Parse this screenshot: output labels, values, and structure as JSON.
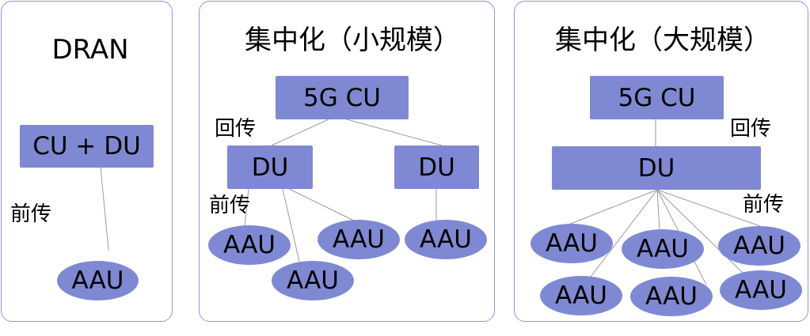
{
  "colors": {
    "node_fill": "#7f89d3",
    "panel_border": "#8e97d8",
    "link": "#9a9a9a"
  },
  "panels": [
    {
      "title": "DRAN",
      "nodes": {
        "cu_du": "CU + DU",
        "aau": "AAU"
      },
      "labels": {
        "fronthaul": "前传"
      }
    },
    {
      "title": "集中化（小规模）",
      "nodes": {
        "cu": "5G CU",
        "du1": "DU",
        "du2": "DU",
        "aau": [
          "AAU",
          "AAU",
          "AAU",
          "AAU"
        ]
      },
      "labels": {
        "backhaul": "回传",
        "fronthaul": "前传"
      }
    },
    {
      "title": "集中化（大规模）",
      "nodes": {
        "cu": "5G CU",
        "du": "DU",
        "aau": [
          "AAU",
          "AAU",
          "AAU",
          "AAU",
          "AAU",
          "AAU"
        ]
      },
      "labels": {
        "backhaul": "回传",
        "fronthaul": "前传"
      }
    }
  ]
}
